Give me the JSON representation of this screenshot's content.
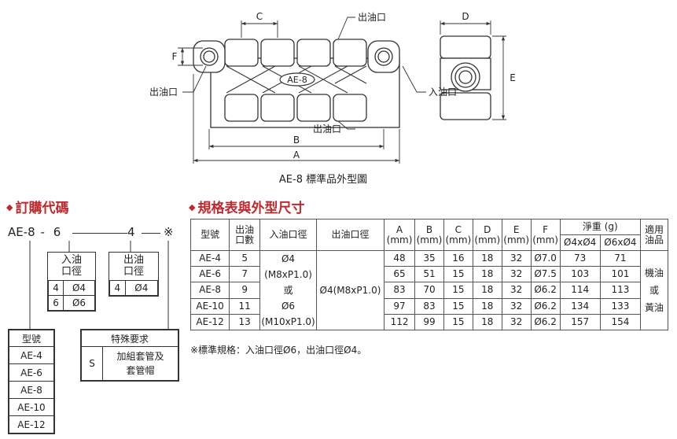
{
  "drawing": {
    "caption": "AE-8 標準品外型圖",
    "part_label": "AE-8",
    "outlet_label": "出油口",
    "inlet_label": "入油口",
    "dims": {
      "a": "A",
      "b": "B",
      "c": "C",
      "d": "D",
      "e": "E",
      "f": "F"
    }
  },
  "order": {
    "title": "訂購代碼",
    "code": {
      "model": "AE-8",
      "dash1": "-",
      "inlet": "6",
      "dash2": "-",
      "outlet": "4",
      "dash3": "-",
      "special": "※"
    },
    "inlet_box": {
      "title": "入油口徑",
      "rows": [
        [
          "4",
          "Ø4"
        ],
        [
          "6",
          "Ø6"
        ]
      ]
    },
    "outlet_box": {
      "title": "出油口徑",
      "rows": [
        [
          "4",
          "Ø4"
        ]
      ]
    },
    "model_box": {
      "title": "型號",
      "items": [
        "AE-4",
        "AE-6",
        "AE-8",
        "AE-10",
        "AE-12"
      ]
    },
    "special_box": {
      "title": "特殊要求",
      "code": "S",
      "desc_line1": "加組套管及",
      "desc_line2": "套管帽"
    }
  },
  "spec": {
    "title": "規格表與外型尺寸",
    "headers": {
      "model": "型號",
      "outlets_1": "出油",
      "outlets_2": "口數",
      "inlet": "入油口徑",
      "outlet": "出油口徑",
      "a": "A",
      "b": "B",
      "c": "C",
      "d": "D",
      "e": "E",
      "f": "F",
      "unit": "(mm)",
      "weight": "淨重 (g)",
      "w1": "Ø4xØ4",
      "w2": "Ø6xØ4",
      "oil_1": "適用",
      "oil_2": "油品"
    },
    "inlet_lines": [
      "Ø4",
      "(M8xP1.0)",
      "或",
      "Ø6",
      "(M10xP1.0)"
    ],
    "outlet_value": "Ø4(M8xP1.0)",
    "oil_lines": [
      "機油",
      "或",
      "黃油"
    ],
    "rows": [
      {
        "model": "AE-4",
        "n": "5",
        "a": "48",
        "b": "35",
        "c": "16",
        "d": "18",
        "e": "32",
        "f": "Ø7.0",
        "w1": "73",
        "w2": "71"
      },
      {
        "model": "AE-6",
        "n": "7",
        "a": "65",
        "b": "51",
        "c": "15",
        "d": "18",
        "e": "32",
        "f": "Ø7.5",
        "w1": "103",
        "w2": "101"
      },
      {
        "model": "AE-8",
        "n": "9",
        "a": "83",
        "b": "70",
        "c": "15",
        "d": "18",
        "e": "32",
        "f": "Ø6.2",
        "w1": "114",
        "w2": "113"
      },
      {
        "model": "AE-10",
        "n": "11",
        "a": "97",
        "b": "83",
        "c": "15",
        "d": "18",
        "e": "32",
        "f": "Ø6.2",
        "w1": "134",
        "w2": "133"
      },
      {
        "model": "AE-12",
        "n": "13",
        "a": "112",
        "b": "99",
        "c": "15",
        "d": "18",
        "e": "32",
        "f": "Ø6.2",
        "w1": "157",
        "w2": "154"
      }
    ],
    "note": "※標準規格：入油口徑Ø6，出油口徑Ø4。"
  }
}
